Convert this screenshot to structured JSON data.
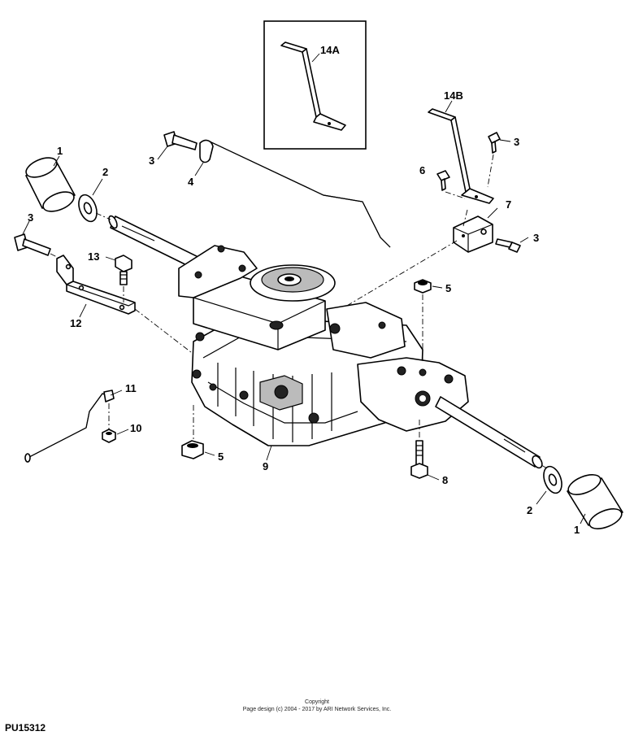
{
  "diagram": {
    "callouts": {
      "c1_left": "1",
      "c2_left": "2",
      "c3_upper": "3",
      "c4": "4",
      "c3_left": "3",
      "c13": "13",
      "c12": "12",
      "c14a": "14A",
      "c14b": "14B",
      "c3_right_top": "3",
      "c6": "6",
      "c7": "7",
      "c3_right": "3",
      "c5_upper": "5",
      "c11": "11",
      "c10": "10",
      "c5_lower": "5",
      "c9": "9",
      "c8": "8",
      "c2_right": "2",
      "c1_right": "1"
    }
  },
  "footer": {
    "copyright_line1": "Copyright",
    "copyright_line2": "Page design (c) 2004 - 2017 by ARI Network Services, Inc.",
    "diagram_id": "PU15312"
  }
}
